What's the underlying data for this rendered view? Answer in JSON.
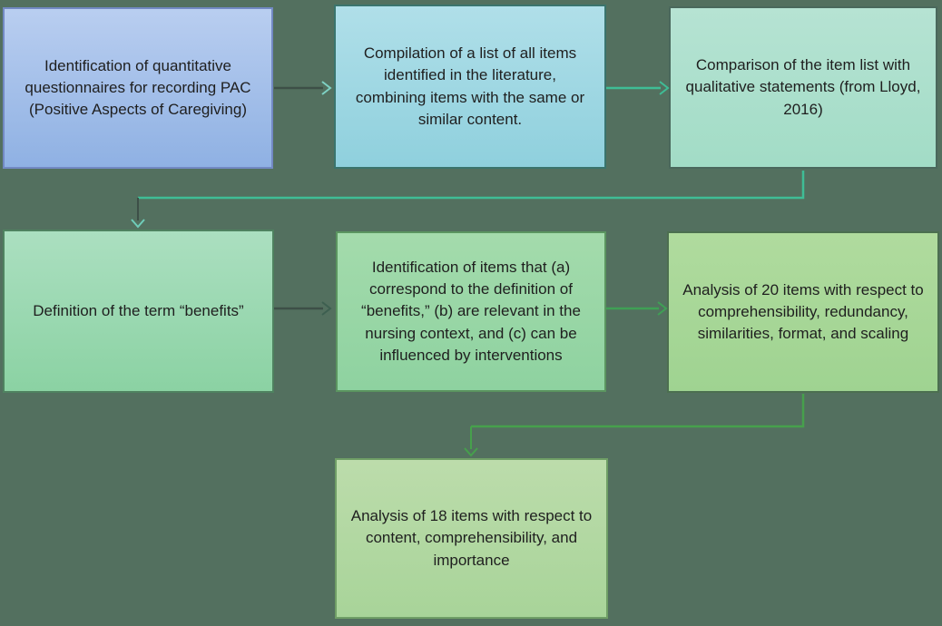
{
  "canvas": {
    "background": "#53705F"
  },
  "boxes": [
    {
      "id": "identify-questionnaires",
      "text": "Identification of quantitative questionnaires for recording PAC (Positive Aspects of Caregiving)",
      "fill_top": "#B9CEF0",
      "fill_bottom": "#8FB1E3",
      "border": "#7289C3",
      "text_color": "#1F1F1F"
    },
    {
      "id": "compile-item-list",
      "text": "Compilation of a list of all items identified in the literature, combining items with the same or similar content.",
      "fill_top": "#B0DFE9",
      "fill_bottom": "#8FD0DD",
      "border": "#3A746D",
      "text_color": "#1F1F1F"
    },
    {
      "id": "compare-item-list",
      "text": "Comparison of the item list with qualitative statements (from Lloyd, 2016)",
      "fill_top": "#B6E3D3",
      "fill_bottom": "#A2DCC6",
      "border": "#4A685C",
      "text_color": "#1F1F1F"
    },
    {
      "id": "define-benefits",
      "text": "Definition of the term “benefits”",
      "fill_top": "#ABDFC0",
      "fill_bottom": "#8BD2A3",
      "border": "#4F8260",
      "text_color": "#1F1F1F"
    },
    {
      "id": "identify-items-criteria",
      "text": "Identification of items that (a) correspond to the definition of “benefits,” (b) are relevant in the nursing context, and (c) can be influenced by interventions",
      "fill_top": "#A4DBAC",
      "fill_bottom": "#8ED2A0",
      "border": "#5B9560",
      "text_color": "#1F1F1F"
    },
    {
      "id": "analyze-20-items",
      "text": "Analysis of 20 items with respect to comprehensibility, redundancy, similarities, format, and scaling",
      "fill_top": "#B0DB9E",
      "fill_bottom": "#9FD391",
      "border": "#4C6F50",
      "text_color": "#1F1F1F"
    },
    {
      "id": "analyze-18-items",
      "text": "Analysis of 18 items with respect to content, comprehensibility, and importance",
      "fill_top": "#BCDCAB",
      "fill_bottom": "#A8D499",
      "border": "#6F9E66",
      "text_color": "#1F1F1F"
    }
  ],
  "connectors": [
    {
      "id": "arrow-1-2",
      "line_color": "#3D4F47",
      "head_color": "#7ED1C3"
    },
    {
      "id": "arrow-2-3",
      "line_color": "#3FBD96",
      "head_color": "#3FBD96"
    },
    {
      "id": "elbow-3-4",
      "line_color": "#3FBD96",
      "drop_color": "#3D4F47",
      "head_color": "#6FCDB9"
    },
    {
      "id": "arrow-4-5",
      "line_color": "#3D4F47",
      "head_color": "#3D5F50"
    },
    {
      "id": "arrow-5-6",
      "line_color": "#3FA055",
      "head_color": "#3FA055"
    },
    {
      "id": "elbow-6-7",
      "line_color": "#46A04C",
      "drop_color": "#46A04C",
      "head_color": "#46A04C"
    }
  ]
}
